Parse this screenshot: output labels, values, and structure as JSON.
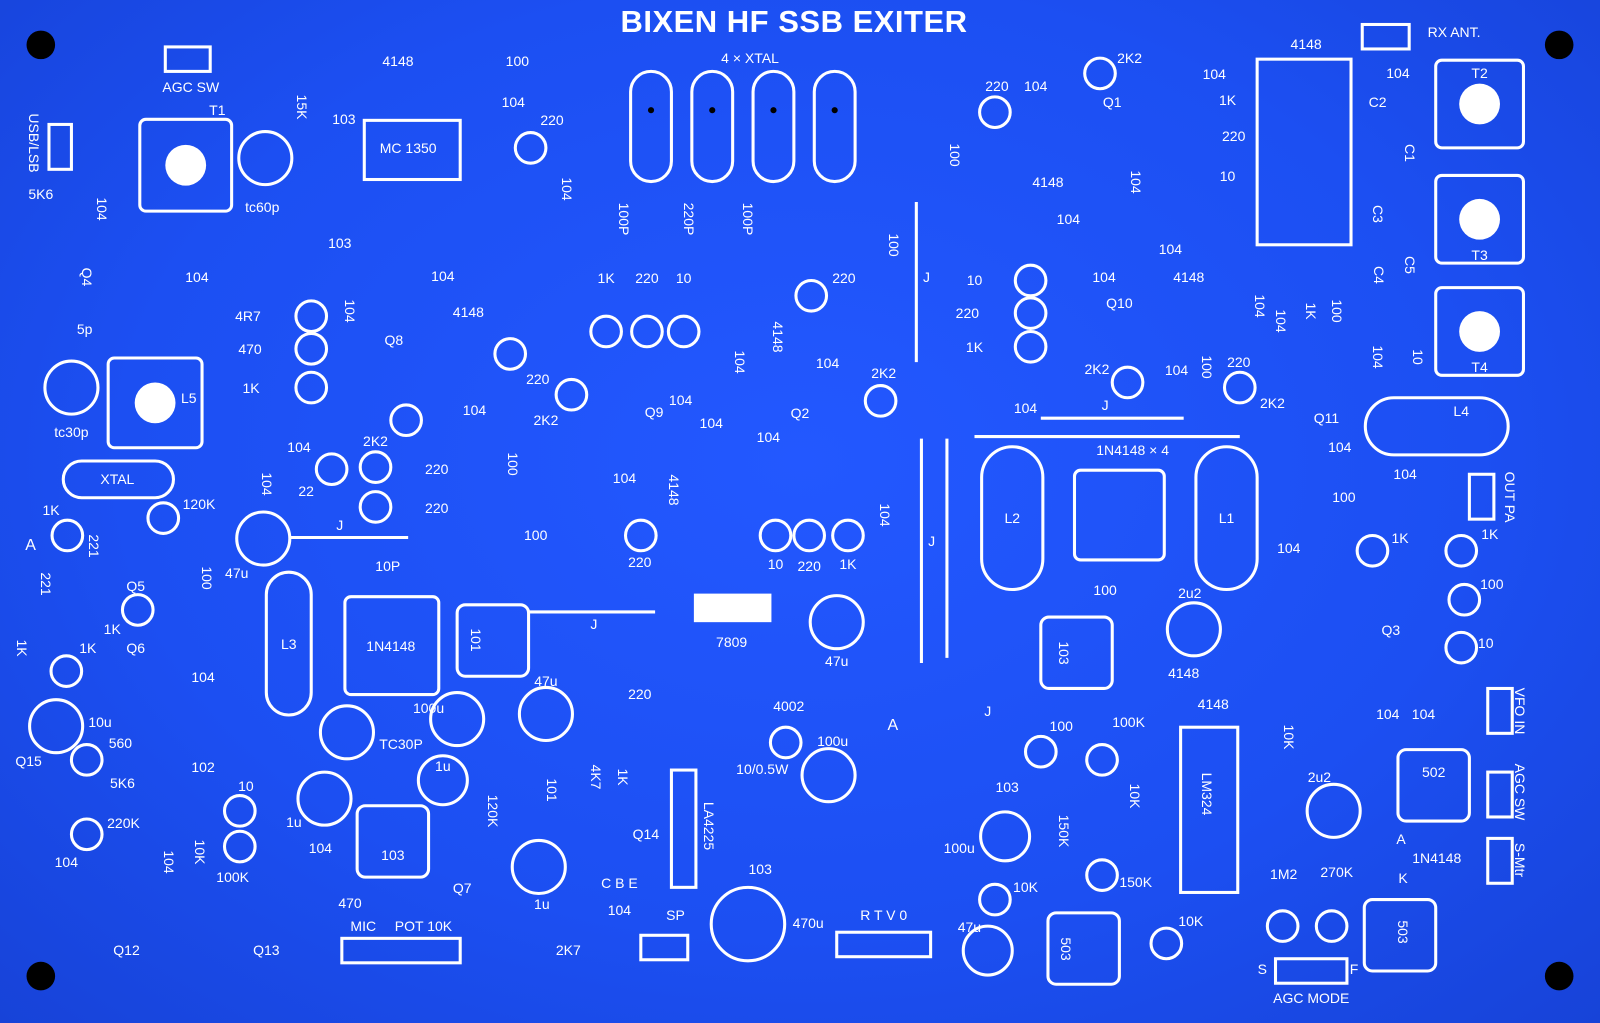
{
  "title": "BIXEN HF SSB EXITER",
  "colors": {
    "board": "#1c4ff2",
    "silkscreen": "#ffffff",
    "hole": "#000000"
  },
  "labels": [
    "4 × XTAL",
    "AGC SW",
    "T1",
    "USB/LSB",
    "5K6",
    "104",
    "tc60p",
    "103",
    "MC 1350",
    "4148",
    "100",
    "104",
    "220",
    "15K",
    "103",
    "104",
    "104",
    "100P",
    "220P",
    "100P",
    "2K2",
    "220",
    "104",
    "Q1",
    "100",
    "4148",
    "104",
    "104",
    "1K",
    "220",
    "10",
    "104",
    "4148",
    "RX ANT.",
    "104",
    "T2",
    "C2",
    "C1",
    "C3",
    "C4",
    "C5",
    "T3",
    "T4",
    "10",
    "104",
    "L4",
    "104",
    "4148",
    "104",
    "10",
    "220",
    "1K",
    "Q10",
    "104",
    "100",
    "220",
    "104",
    "104",
    "1K",
    "100",
    "2K2",
    "2K2",
    "104",
    "J",
    "Q11",
    "1N4148 × 4",
    "L2",
    "L1",
    "104",
    "104",
    "100",
    "OUT PA",
    "1K",
    "1K",
    "104",
    "100",
    "2u2",
    "Q3",
    "100",
    "10",
    "103",
    "4148",
    "4148",
    "10K",
    "VFO IN",
    "104",
    "104",
    "2u2",
    "502",
    "AGC SW",
    "S-Mtr",
    "A",
    "1N4148",
    "K",
    "1M2",
    "270K",
    "503",
    "S",
    "F",
    "AGC MODE",
    "100",
    "100K",
    "103",
    "LM324",
    "10K",
    "150K",
    "100u",
    "150K",
    "10K",
    "47u",
    "10K",
    "503",
    "J",
    "A",
    "R  T  V  0",
    "470u",
    "103",
    "104",
    "SP",
    "2K7",
    "LA4225",
    "Q14",
    "C  B  E",
    "4K7",
    "1K",
    "220",
    "4002",
    "100u",
    "10/0.5W",
    "7809",
    "47u",
    "101",
    "J",
    "L3",
    "1N4148",
    "TC30P",
    "100u",
    "47u",
    "1u",
    "120K",
    "101",
    "103",
    "Q7",
    "1u",
    "MIC",
    "POT 10K",
    "470",
    "Q13",
    "100K",
    "10K",
    "104",
    "Q12",
    "10",
    "1u",
    "104",
    "104",
    "220K",
    "5K6",
    "560",
    "10u",
    "Q15",
    "102",
    "104",
    "Q6",
    "1K",
    "1K",
    "Q5",
    "1K",
    "221",
    "221",
    "1K",
    "120K",
    "XTAL",
    "A",
    "47u",
    "100",
    "22",
    "J",
    "220",
    "220",
    "2K2",
    "10P",
    "104",
    "tc30p",
    "L5",
    "104",
    "4R7",
    "470",
    "1K",
    "104",
    "Q8",
    "4148",
    "104",
    "220",
    "104",
    "2K2",
    "100",
    "100",
    "220",
    "1K",
    "220",
    "10",
    "Q9",
    "104",
    "4148",
    "104",
    "104",
    "Q2",
    "104",
    "104",
    "104",
    "4148",
    "104",
    "2K2",
    "220",
    "100",
    "J",
    "J",
    "10",
    "220",
    "1K",
    "5p",
    "Q4"
  ]
}
